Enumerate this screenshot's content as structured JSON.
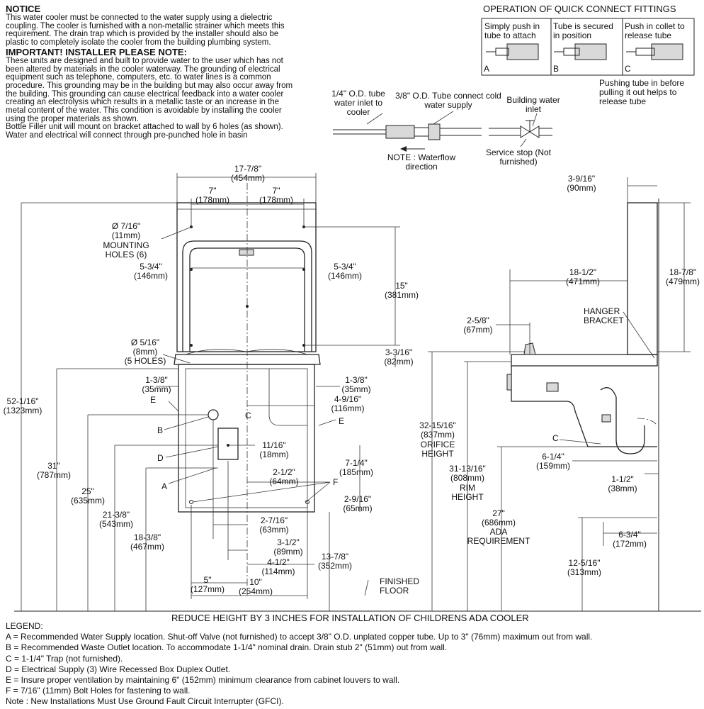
{
  "notice": {
    "title": "NOTICE",
    "lines": [
      "This water cooler must be connected to the water supply using a dielectric",
      "coupling. The cooler is furnished with a non-metallic strainer which meets this",
      "requirement. The drain trap which is provided by the installer should also be",
      "plastic to completely isolate the cooler from the building plumbing system."
    ],
    "important_title": "IMPORTANT! INSTALLER PLEASE NOTE:",
    "important_lines": [
      "These units are designed and built to provide water to the user which has not",
      "been altered by materials in the cooler waterway. The grounding of electrical",
      "equipment such as telephone, computers, etc. to water lines is a common",
      "procedure. This grounding may be in the building but may also occur away from",
      "the building. This grounding can cause electrical feedback into a water cooler",
      "creating an electrolysis which results in a metallic taste or an increase in the",
      "metal content of the water. This condition is avoidable by installing the cooler",
      "using the proper materials as shown.",
      "Bottle Filler unit will mount on bracket attached to wall by 6 holes (as shown).",
      "Water and electrical will connect through pre-punched hole in basin"
    ]
  },
  "quick_connect": {
    "title": "OPERATION OF QUICK CONNECT FITTINGS",
    "panels": [
      {
        "caption": "Simply push in tube to attach",
        "letter": "A"
      },
      {
        "caption": "Tube is secured in position",
        "letter": "B"
      },
      {
        "caption": "Push in collet to release tube",
        "letter": "C"
      }
    ],
    "release_note": "Pushing tube in before pulling it out helps to release tube"
  },
  "supply_diagram": {
    "tube_quarter": "1/4\" O.D. tube water inlet to cooler",
    "tube_3_8": "3/8\" O.D. Tube connect cold water supply",
    "building_inlet": "Building water inlet",
    "note": "NOTE : Waterflow direction",
    "service_stop": "Service stop (Not furnished)"
  },
  "front_view": {
    "width_overall": "17-7/8\"",
    "width_overall_mm": "(454mm)",
    "half_left": "7\"",
    "half_left_mm": "(178mm)",
    "half_right": "7\"",
    "half_right_mm": "(178mm)",
    "mount_holes": "Ø 7/16\"",
    "mount_holes_mm": "(11mm)",
    "mount_holes_label": "MOUNTING HOLES (6)",
    "left_534": "5-3/4\"",
    "left_534_mm": "(146mm)",
    "right_534": "5-3/4\"",
    "right_534_mm": "(146mm)",
    "h15": "15\"",
    "h15_mm": "(381mm)",
    "holes_516": "Ø 5/16\"",
    "holes_516_mm": "(8mm)",
    "holes_516_label": "(5 HOLES)",
    "d3316": "3-3/16\"",
    "d3316_mm": "(82mm)",
    "d138l": "1-3/8\"",
    "d138l_mm": "(35mm)",
    "d138r": "1-3/8\"",
    "d138r_mm": "(35mm)",
    "d4916": "4-9/16\"",
    "d4916_mm": "(116mm)",
    "d1116": "11/16\"",
    "d1116_mm": "(18mm)",
    "d714": "7-1/4\"",
    "d714_mm": "(185mm)",
    "d212": "2-1/2\"",
    "d212_mm": "(64mm)",
    "d2916": "2-9/16\"",
    "d2916_mm": "(65mm)",
    "d2716": "2-7/16\"",
    "d2716_mm": "(63mm)",
    "d312": "3-1/2\"",
    "d312_mm": "(89mm)",
    "d412": "4-1/2\"",
    "d412_mm": "(114mm)",
    "d5": "5\"",
    "d5_mm": "(127mm)",
    "d10": "10\"",
    "d10_mm": "(254mm)",
    "d1378": "13-7/8\"",
    "d1378_mm": "(352mm)",
    "h52": "52-1/16\"",
    "h52_mm": "(1323mm)",
    "h31": "31\"",
    "h31_mm": "(787mm)",
    "h25": "25\"",
    "h25_mm": "(635mm)",
    "h2138": "21-3/8\"",
    "h2138_mm": "(543mm)",
    "h1838": "18-3/8\"",
    "h1838_mm": "(467mm)",
    "finished_floor": "FINISHED FLOOR",
    "letters": {
      "A": "A",
      "B": "B",
      "C": "C",
      "D": "D",
      "E": "E",
      "F": "F"
    }
  },
  "side_view": {
    "d3916": "3-9/16\"",
    "d3916_mm": "(90mm)",
    "d1812": "18-1/2\"",
    "d1812_mm": "(471mm)",
    "d1878": "18-7/8\"",
    "d1878_mm": "(479mm)",
    "hanger": "HANGER BRACKET",
    "d258": "2-5/8\"",
    "d258_mm": "(67mm)",
    "d3215": "32-15/16\"",
    "d3215_mm": "(837mm)",
    "orifice": "ORIFICE HEIGHT",
    "d3113": "31-13/16\"",
    "d3113_mm": "(808mm)",
    "rim": "RIM HEIGHT",
    "d27": "27\"",
    "d27_mm": "(686mm)",
    "ada": "ADA REQUIREMENT",
    "d614": "6-1/4\"",
    "d614_mm": "(159mm)",
    "d112": "1-1/2\"",
    "d112_mm": "(38mm)",
    "d634": "6-3/4\"",
    "d634_mm": "(172mm)",
    "d12516": "12-5/16\"",
    "d12516_mm": "(313mm)",
    "letter_c": "C"
  },
  "children_note": "REDUCE HEIGHT BY 3 INCHES FOR INSTALLATION OF CHILDRENS ADA COOLER",
  "legend": {
    "title": "LEGEND:",
    "items": [
      "A = Recommended Water Supply location. Shut-off Valve (not furnished) to accept 3/8\" O.D. unplated copper tube. Up to 3\" (76mm) maximum out from wall.",
      "B = Recommended Waste Outlet location. To accommodate 1-1/4\" nominal drain. Drain stub 2\" (51mm) out from wall.",
      "C = 1-1/4\" Trap (not furnished).",
      "D = Electrical Supply (3) Wire Recessed Box Duplex Outlet.",
      "E = Insure proper ventilation by maintaining 6\" (152mm) minimum clearance from cabinet louvers to wall.",
      "F = 7/16\" (11mm) Bolt Holes for fastening to wall.",
      "Note : New Installations Must Use Ground Fault Circuit Interrupter (GFCI)."
    ]
  }
}
